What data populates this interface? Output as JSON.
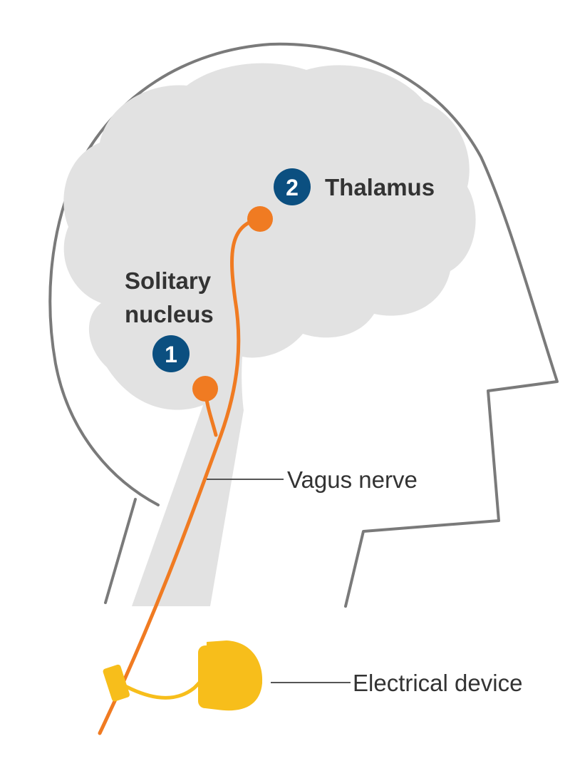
{
  "labels": {
    "thalamus": "Thalamus",
    "solitary_line1": "Solitary",
    "solitary_line2": "nucleus",
    "vagus": "Vagus nerve",
    "device": "Electrical device"
  },
  "markers": {
    "solitary_number": "1",
    "thalamus_number": "2"
  },
  "colors": {
    "head_outline": "#7a7a7a",
    "brain_fill": "#e2e2e2",
    "nerve": "#f07b22",
    "device": "#f7be1b",
    "marker": "#0b4f80",
    "text": "#333333"
  }
}
